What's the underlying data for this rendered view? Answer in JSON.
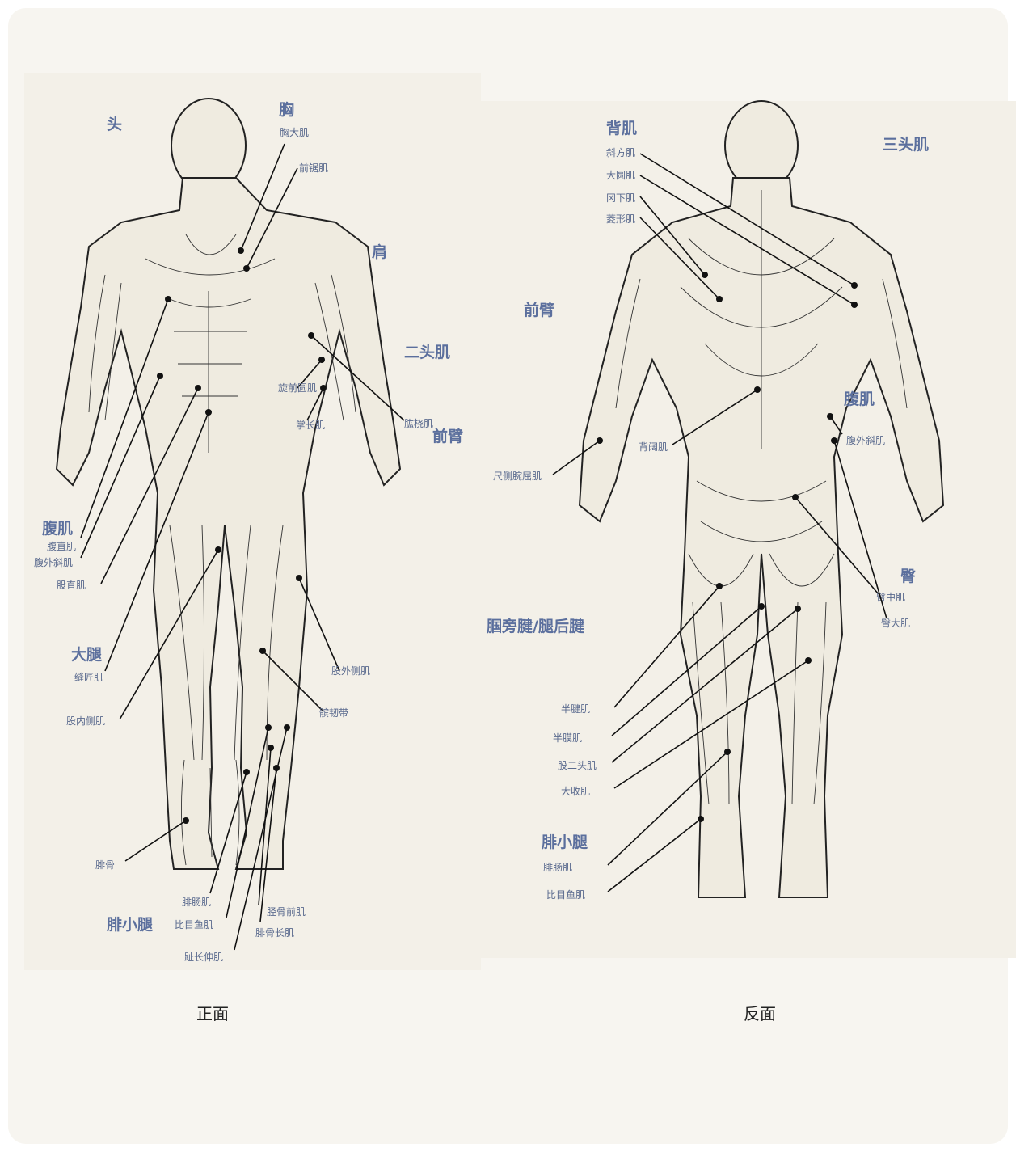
{
  "front": {
    "caption": "正面",
    "headers": [
      "头",
      "胸",
      "肩",
      "二头肌",
      "前臂",
      "腹肌",
      "大腿",
      "腓小腿"
    ],
    "labels": [
      "胸大肌",
      "前锯肌",
      "腹直肌",
      "腹外斜肌",
      "股直肌",
      "缝匠肌",
      "股内侧肌",
      "股外侧肌",
      "髌韧带",
      "腓骨",
      "腓肠肌",
      "比目鱼肌",
      "肱桡肌",
      "旋前圆肌",
      "掌长肌",
      "胫骨前肌",
      "腓骨长肌",
      "趾长伸肌"
    ]
  },
  "back": {
    "caption": "反面",
    "headers": [
      "背肌",
      "三头肌",
      "前臂",
      "腹肌",
      "臀",
      "腘旁腱/腿后腱",
      "腓小腿"
    ],
    "labels": [
      "斜方肌",
      "大圆肌",
      "冈下肌",
      "菱形肌",
      "腹外斜肌",
      "臀中肌",
      "臀大肌",
      "腓肠肌",
      "比目鱼肌",
      "尺侧腕屈肌",
      "背阔肌",
      "半腱肌",
      "半膜肌",
      "股二头肌",
      "大收肌"
    ]
  }
}
